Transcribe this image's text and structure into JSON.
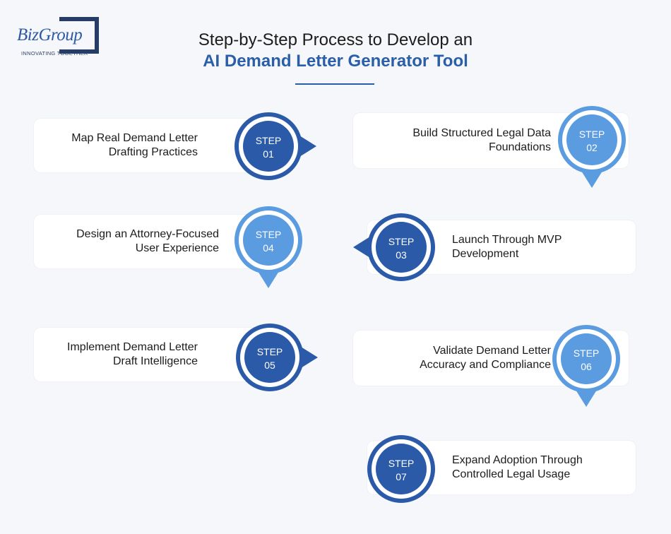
{
  "logo": {
    "brand": "BizGroup",
    "tagline": "INNOVATING TOGETHER"
  },
  "title": {
    "line1": "Step-by-Step Process to Develop an",
    "line2": "AI Demand Letter Generator Tool"
  },
  "colors": {
    "dark": "#2a5aa8",
    "light": "#5b9be0",
    "accent": "#2a5ea8"
  },
  "steps": [
    {
      "step": "STEP",
      "num": "01",
      "label": "Map Real Demand Letter\nDrafting Practices",
      "tone": "dark",
      "arrow": "right"
    },
    {
      "step": "STEP",
      "num": "02",
      "label": "Build Structured Legal Data\nFoundations",
      "tone": "light",
      "arrow": "down"
    },
    {
      "step": "STEP",
      "num": "03",
      "label": "Launch Through MVP\nDevelopment",
      "tone": "dark",
      "arrow": "left"
    },
    {
      "step": "STEP",
      "num": "04",
      "label": "Design an Attorney-Focused\nUser Experience",
      "tone": "light",
      "arrow": "down"
    },
    {
      "step": "STEP",
      "num": "05",
      "label": "Implement Demand Letter\nDraft Intelligence",
      "tone": "dark",
      "arrow": "right"
    },
    {
      "step": "STEP",
      "num": "06",
      "label": "Validate Demand Letter\nAccuracy and Compliance",
      "tone": "light",
      "arrow": "down"
    },
    {
      "step": "STEP",
      "num": "07",
      "label": "Expand Adoption Through\nControlled Legal Usage",
      "tone": "dark",
      "arrow": "none"
    }
  ]
}
